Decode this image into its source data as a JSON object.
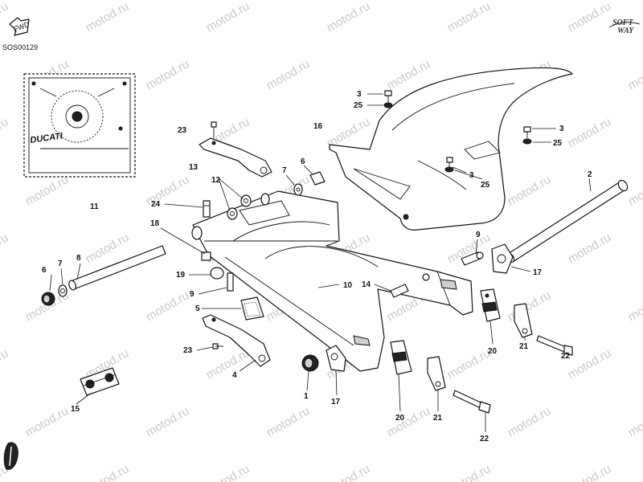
{
  "header": {
    "diagram_code": "SOS00129",
    "fwd_label": "FWD",
    "brand_top": "SOFT",
    "brand_bottom": "WAY"
  },
  "inset": {
    "brand": "DUCATI"
  },
  "watermark": {
    "text": "motod.ru"
  },
  "labels": [
    {
      "id": "l1",
      "text": "1"
    },
    {
      "id": "l2",
      "text": "2"
    },
    {
      "id": "l3a",
      "text": "3"
    },
    {
      "id": "l3b",
      "text": "3"
    },
    {
      "id": "l3c",
      "text": "3"
    },
    {
      "id": "l4",
      "text": "4"
    },
    {
      "id": "l5",
      "text": "5"
    },
    {
      "id": "l6a",
      "text": "6"
    },
    {
      "id": "l6b",
      "text": "6"
    },
    {
      "id": "l7a",
      "text": "7"
    },
    {
      "id": "l7b",
      "text": "7"
    },
    {
      "id": "l8",
      "text": "8"
    },
    {
      "id": "l9a",
      "text": "9"
    },
    {
      "id": "l9b",
      "text": "9"
    },
    {
      "id": "l10",
      "text": "10"
    },
    {
      "id": "l11",
      "text": "11"
    },
    {
      "id": "l12",
      "text": "12"
    },
    {
      "id": "l13",
      "text": "13"
    },
    {
      "id": "l14",
      "text": "14"
    },
    {
      "id": "l15",
      "text": "15"
    },
    {
      "id": "l16",
      "text": "16"
    },
    {
      "id": "l17a",
      "text": "17"
    },
    {
      "id": "l17b",
      "text": "17"
    },
    {
      "id": "l18",
      "text": "18"
    },
    {
      "id": "l19",
      "text": "19"
    },
    {
      "id": "l20a",
      "text": "20"
    },
    {
      "id": "l20b",
      "text": "20"
    },
    {
      "id": "l21a",
      "text": "21"
    },
    {
      "id": "l21b",
      "text": "21"
    },
    {
      "id": "l22a",
      "text": "22"
    },
    {
      "id": "l22b",
      "text": "22"
    },
    {
      "id": "l23a",
      "text": "23"
    },
    {
      "id": "l23b",
      "text": "23"
    },
    {
      "id": "l24",
      "text": "24"
    },
    {
      "id": "l25a",
      "text": "25"
    },
    {
      "id": "l25b",
      "text": "25"
    },
    {
      "id": "l25c",
      "text": "25"
    }
  ],
  "colors": {
    "line": "#111111",
    "watermark": "#c9c9c9",
    "background": "#ffffff"
  }
}
